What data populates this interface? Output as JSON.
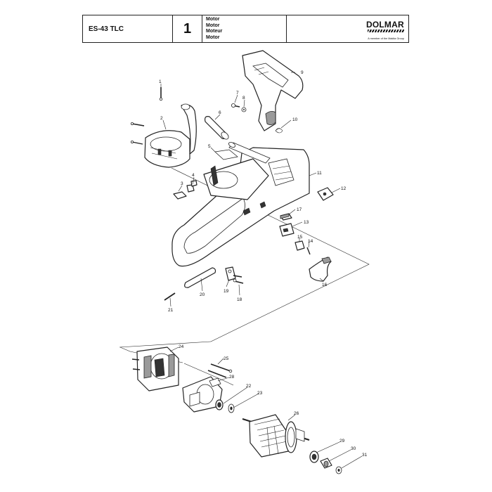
{
  "header": {
    "model": "ES-43 TLC",
    "page_number": "1",
    "titles": [
      "Motor",
      "Motor",
      "Moteur",
      "Motor"
    ],
    "brand": "DOLMAR",
    "tagline": "A member of the Makita Group"
  },
  "callouts": [
    "1",
    "2",
    "3",
    "4",
    "5",
    "6",
    "7",
    "8",
    "9",
    "10",
    "11",
    "12",
    "13",
    "14",
    "15",
    "16",
    "17",
    "18",
    "19",
    "20",
    "21",
    "22",
    "23",
    "24",
    "25",
    "26",
    "28",
    "29",
    "30",
    "31"
  ]
}
